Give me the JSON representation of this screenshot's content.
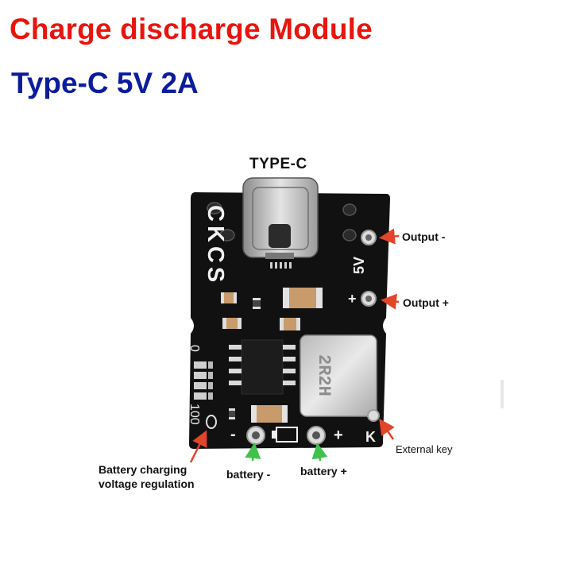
{
  "header": {
    "title": "Charge discharge Module",
    "subtitle": "Type-C 5V 2A"
  },
  "board": {
    "connector_label": "TYPE-C",
    "silkscreen_brand": "CKCS",
    "silkscreen_voltage": "5V",
    "silkscreen_plus": "+",
    "silkscreen_minus": "-",
    "silkscreen_key": "K",
    "silkscreen_zero": "0",
    "silkscreen_hundred": "100",
    "inductor_marking": "2R2H"
  },
  "callouts": {
    "output_minus": "Output -",
    "output_plus": "Output +",
    "external_key": "External key",
    "battery_regulation_line1": "Battery charging",
    "battery_regulation_line2": "voltage regulation",
    "battery_minus": "battery -",
    "battery_plus": "battery +"
  },
  "colors": {
    "title": "#e8150f",
    "subtitle": "#0c1c9c",
    "pcb": "#111111",
    "red_arrow": "#e2452a",
    "green_arrow": "#3fc24a"
  }
}
